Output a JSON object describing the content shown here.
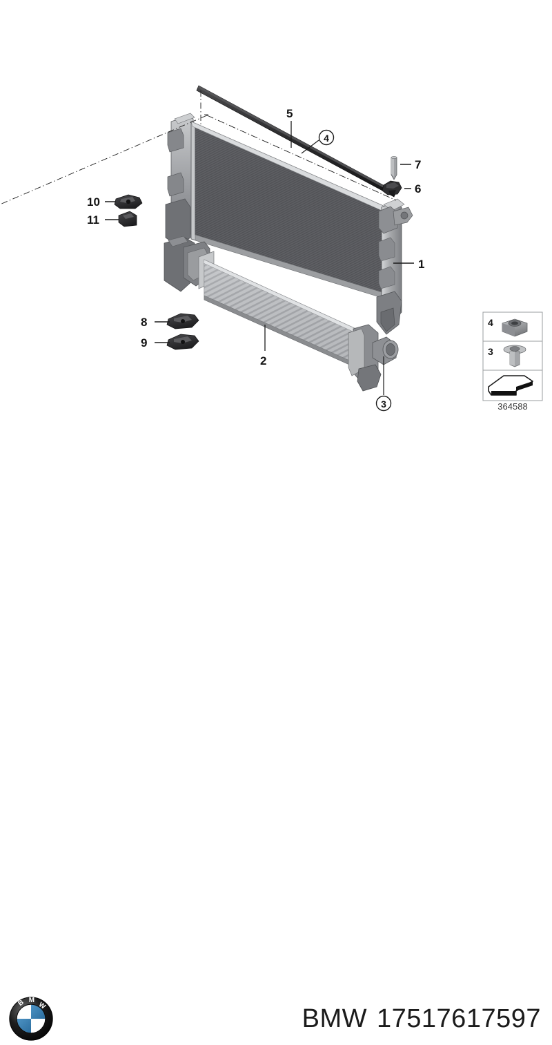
{
  "document": {
    "type": "exploded-parts-diagram",
    "subject": "Radiator and charge air cooler assembly"
  },
  "diagram": {
    "background_color": "#ffffff",
    "callouts": [
      {
        "id": "1",
        "label": "1",
        "style": "plain",
        "target": "radiator-assembly"
      },
      {
        "id": "2",
        "label": "2",
        "style": "plain",
        "target": "charge-air-cooler"
      },
      {
        "id": "3",
        "label": "3",
        "style": "circled",
        "target": "screw"
      },
      {
        "id": "4",
        "label": "4",
        "style": "circled",
        "target": "square-nut"
      },
      {
        "id": "5",
        "label": "5",
        "style": "plain",
        "target": "sealing-strip"
      },
      {
        "id": "6",
        "label": "6",
        "style": "plain",
        "target": "expanding-rivet"
      },
      {
        "id": "7",
        "label": "7",
        "style": "plain",
        "target": "pin"
      },
      {
        "id": "8",
        "label": "8",
        "style": "plain",
        "target": "bracket-upper"
      },
      {
        "id": "9",
        "label": "9",
        "style": "plain",
        "target": "bracket-lower"
      },
      {
        "id": "10",
        "label": "10",
        "style": "plain",
        "target": "mount-upper"
      },
      {
        "id": "11",
        "label": "11",
        "style": "plain",
        "target": "mount-lower"
      }
    ],
    "legend": {
      "name": "legend-box",
      "rows": [
        {
          "number": "4",
          "icon": "square-nut-icon"
        },
        {
          "number": "3",
          "icon": "screw-icon"
        },
        {
          "number": "",
          "icon": "arrow-icon"
        }
      ],
      "code": "364588"
    },
    "colors": {
      "core_dark": "#55565a",
      "core_mid": "#6d6e72",
      "tank_light": "#b9bbbd",
      "tank_mid": "#8f9195",
      "clip_black": "#2b2b2d",
      "line": "#1b1b1b"
    }
  },
  "footer": {
    "brand": "BMW",
    "part_number": "17517617597",
    "logo": {
      "name": "bmw-roundel-logo",
      "letters": [
        "B",
        "M",
        "W"
      ],
      "blue": "#3a7fb5",
      "white": "#ffffff",
      "ring": "#101010"
    }
  }
}
